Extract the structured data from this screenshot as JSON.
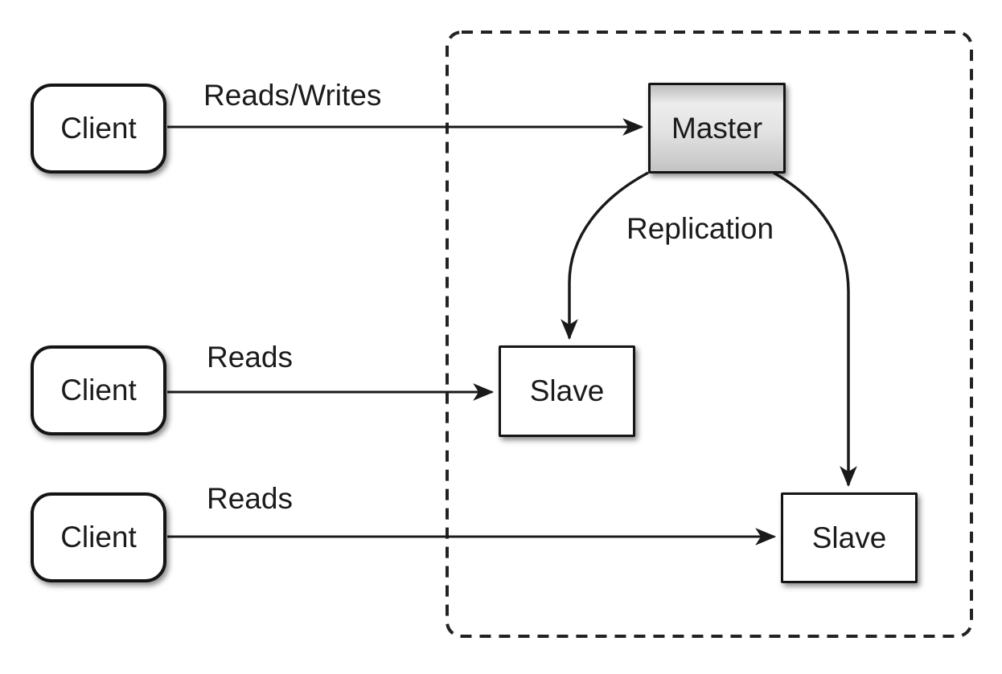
{
  "diagram": {
    "type": "master-slave-replication",
    "nodes": {
      "client1": {
        "label": "Client"
      },
      "client2": {
        "label": "Client"
      },
      "client3": {
        "label": "Client"
      },
      "master": {
        "label": "Master"
      },
      "slave1": {
        "label": "Slave"
      },
      "slave2": {
        "label": "Slave"
      }
    },
    "edge_labels": {
      "reads_writes": "Reads/Writes",
      "reads_mid": "Reads",
      "reads_bottom": "Reads",
      "replication": "Replication"
    },
    "colors": {
      "background": "#ffffff",
      "line": "#1a1a1a",
      "node_border": "#141414",
      "node_fill": "#ffffff",
      "master_fill_top": "#bdbdbd",
      "master_fill_light": "#ededed",
      "master_fill_bottom": "#c3c3c3",
      "text": "#1b1b1b"
    }
  }
}
